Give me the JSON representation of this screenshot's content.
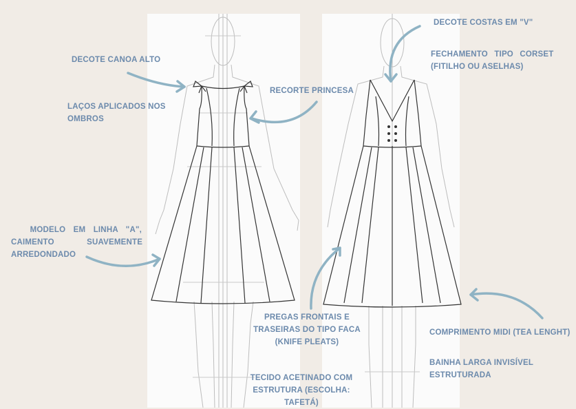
{
  "accent_color": "#6c8aac",
  "arrow_color": "#8fb3c4",
  "front": {
    "decote": "DECOTE CANOA ALTO",
    "lacos_1": "LAÇOS APLICADOS NOS",
    "lacos_2": "OMBROS",
    "recorte": "RECORTE PRINCESA",
    "modelo_1": "MODELO EM LINHA \"A\",",
    "modelo_2": "CAIMENTO SUAVEMENTE",
    "modelo_3": "ARREDONDADO"
  },
  "back": {
    "decote_costas": "DECOTE COSTAS EM \"V\"",
    "fechamento_1": "FECHAMENTO TIPO CORSET",
    "fechamento_2": "(FITILHO OU ASELHAS)",
    "pregas_1": "PREGAS FRONTAIS E",
    "pregas_2": "TRASEIRAS DO TIPO FACA",
    "pregas_3": "(KNIFE PLEATS)",
    "comprimento": "COMPRIMENTO MIDI (TEA LENGHT)",
    "bainha_1": "BAINHA LARGA INVISÍVEL",
    "bainha_2": "ESTRUTURADA",
    "tecido_1": "TECIDO ACETINADO COM",
    "tecido_2": "ESTRUTURA (ESCOLHA:",
    "tecido_3": "TAFETÁ)"
  }
}
